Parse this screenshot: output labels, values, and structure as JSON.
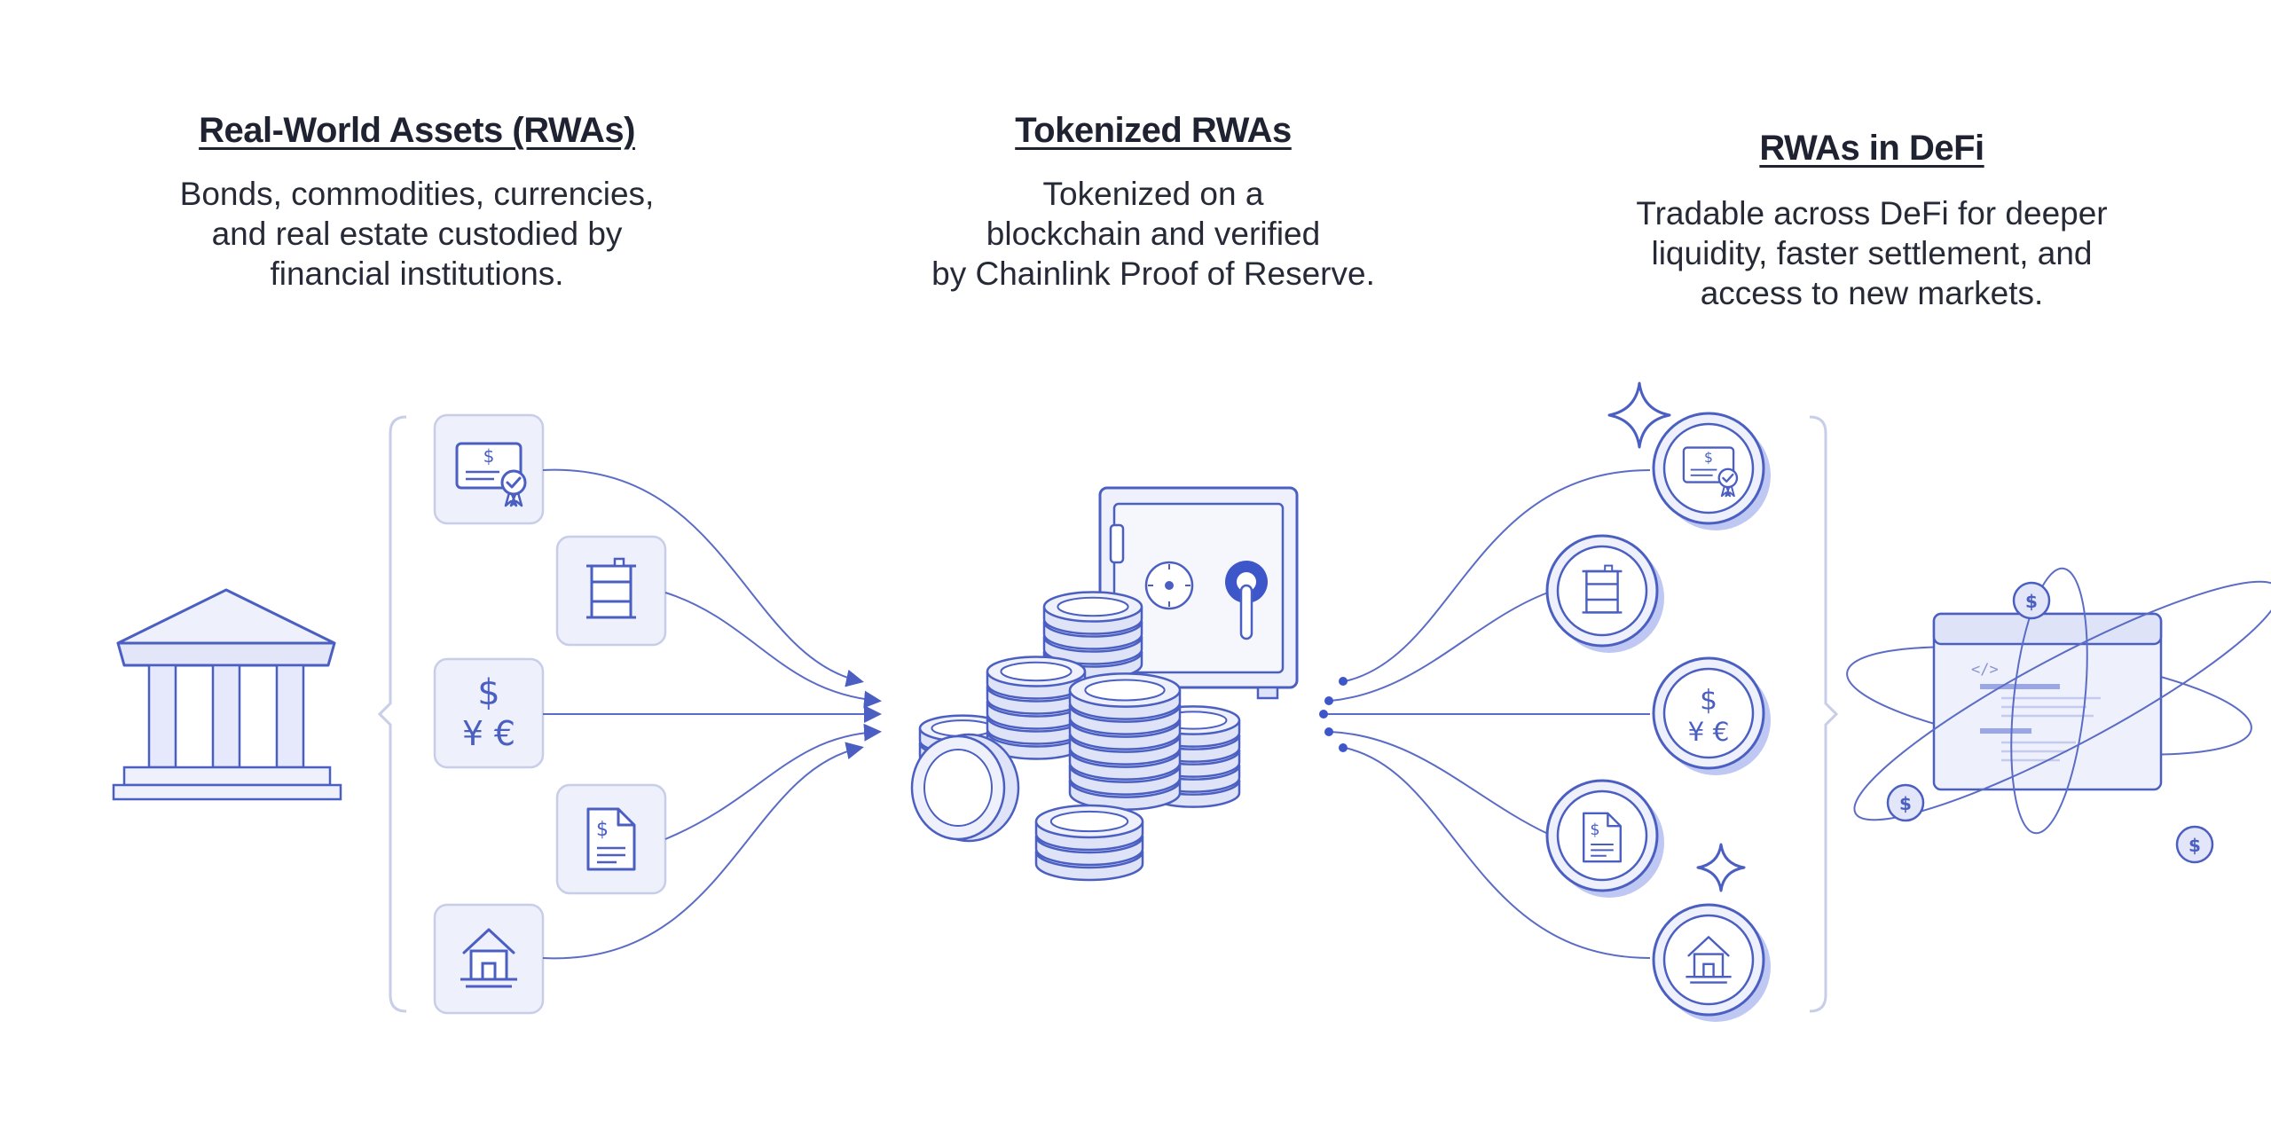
{
  "columns": [
    {
      "title": "Real-World Assets (RWAs)",
      "description": [
        "Bonds, commodities, currencies,",
        "and real estate custodied by",
        "financial institutions."
      ]
    },
    {
      "title": "Tokenized RWAs",
      "description": [
        "Tokenized on a",
        "blockchain and verified",
        "by Chainlink Proof of Reserve."
      ]
    },
    {
      "title": "RWAs in DeFi",
      "description": [
        "Tradable across DeFi for deeper",
        "liquidity, faster settlement, and",
        "access to new markets."
      ]
    }
  ],
  "asset_icons": [
    "bond-certificate-icon",
    "oil-barrel-icon",
    "currency-icon",
    "document-icon",
    "real-estate-icon"
  ],
  "glyphs": {
    "dollar": "$",
    "yen": "¥",
    "euro": "€",
    "code": "</>"
  },
  "colors": {
    "stroke": "#4a5fc1",
    "light_fill": "#eef0fb",
    "mid_fill": "#dfe3f7",
    "frame": "#c8cde8",
    "text": "#1f2230"
  }
}
